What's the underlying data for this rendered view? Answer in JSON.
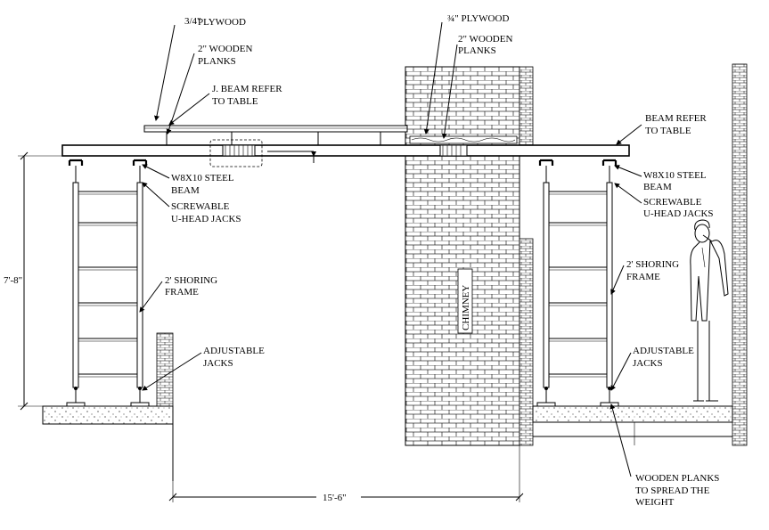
{
  "labels": {
    "plywood_left": "PLYWOOD",
    "plywood_left_frac": "3/4\"",
    "planks_left_1": "2\" WOODEN",
    "planks_left_2": "PLANKS",
    "jbeam_1": "J. BEAM REFER",
    "jbeam_2": "TO TABLE",
    "plywood_right": "¾\" PLYWOOD",
    "planks_right_1": "2\" WOODEN",
    "planks_right_2": "PLANKS",
    "beam_refer_1": "BEAM REFER",
    "beam_refer_2": "TO TABLE",
    "w8_left_1": "W8X10 STEEL",
    "w8_left_2": "BEAM",
    "screw_left_1": "SCREWABLE",
    "screw_left_2": "U-HEAD JACKS",
    "w8_right_1": "W8X10 STEEL",
    "w8_right_2": "BEAM",
    "screw_right_1": "SCREWABLE",
    "screw_right_2": "U-HEAD JACKS",
    "shoring_left_1": "2' SHORING",
    "shoring_left_2": "FRAME",
    "shoring_right_1": "2' SHORING",
    "shoring_right_2": "FRAME",
    "adj_left_1": "ADJUSTABLE",
    "adj_left_2": "JACKS",
    "adj_right_1": "ADJUSTABLE",
    "adj_right_2": "JACKS",
    "chimney": "CHIMNEY",
    "height_dim": "7'-8\"",
    "span_dim": "15'-6\"",
    "wooden_planks_1": "WOODEN PLANKS",
    "wooden_planks_2": "TO SPREAD THE",
    "wooden_planks_3": "WEIGHT"
  }
}
